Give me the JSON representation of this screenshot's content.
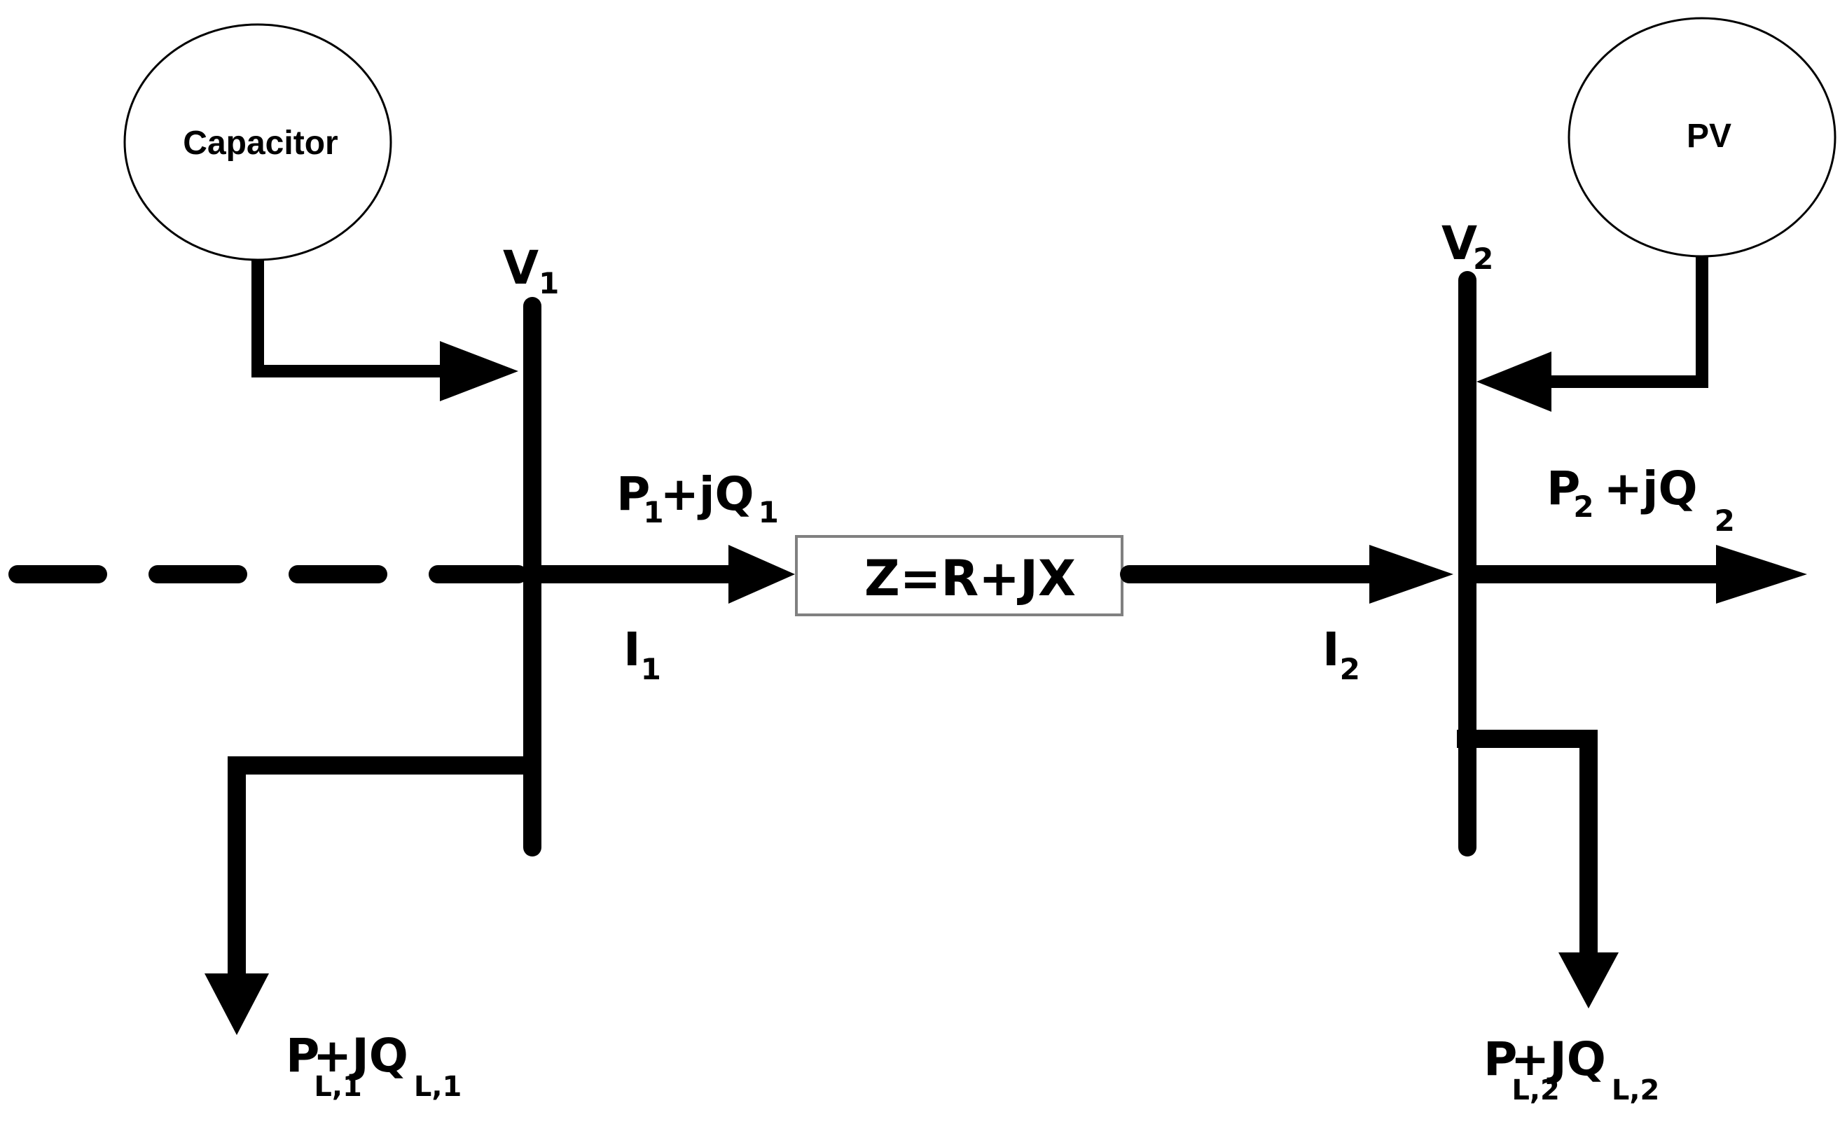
{
  "colors": {
    "line": "#000000",
    "box_border": "#808080",
    "background": "#ffffff"
  },
  "sources": {
    "capacitor_label": "Capacitor",
    "pv_label": "PV"
  },
  "buses": {
    "bus1": {
      "symbol": "V",
      "sub": "1"
    },
    "bus2": {
      "symbol": "V",
      "sub": "2"
    }
  },
  "line": {
    "impedance_label": "Z=R+JX"
  },
  "flows": {
    "send": {
      "p": "P",
      "p_sub": "1",
      "mid": "+jQ",
      "q_sub": "1"
    },
    "receive": {
      "p": "P",
      "p_sub": "2",
      "mid": "+jQ",
      "q_sub": "2"
    }
  },
  "currents": {
    "i1": {
      "symbol": "I",
      "sub": "1"
    },
    "i2": {
      "symbol": "I",
      "sub": "2"
    }
  },
  "loads": {
    "load1": {
      "p": "P",
      "p_sub": "L,1",
      "mid": "+JQ",
      "q_sub": "L,1"
    },
    "load2": {
      "p": "P",
      "p_sub": "L,2",
      "mid": "+JQ",
      "q_sub": "L,2"
    }
  }
}
